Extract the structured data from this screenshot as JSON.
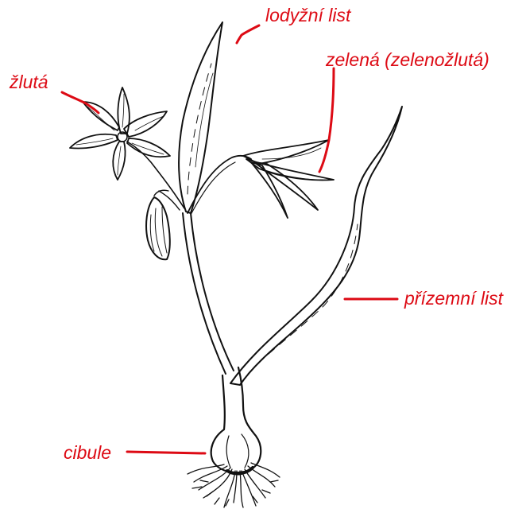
{
  "labels": {
    "stem_leaf": "lodyžní list",
    "green": "zelená (zelenožlutá)",
    "yellow": "žlutá",
    "basal_leaf": "přízemní list",
    "bulb": "cibule"
  },
  "colors": {
    "annotation": "#dd0a14",
    "line_art": "#111111",
    "background": "#ffffff"
  }
}
